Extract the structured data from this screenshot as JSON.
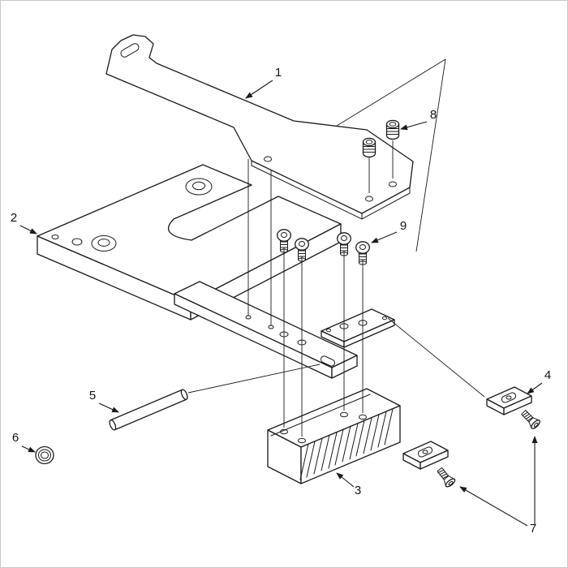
{
  "colors": {
    "background": "#ffffff",
    "line": "#1a1a1a",
    "label": "#111111"
  },
  "diagram": {
    "kind": "exploded-parts-view",
    "callouts": [
      {
        "label": "1"
      },
      {
        "label": "2"
      },
      {
        "label": "3"
      },
      {
        "label": "4"
      },
      {
        "label": "5"
      },
      {
        "label": "6"
      },
      {
        "label": "7"
      },
      {
        "label": "8"
      },
      {
        "label": "9"
      }
    ]
  }
}
